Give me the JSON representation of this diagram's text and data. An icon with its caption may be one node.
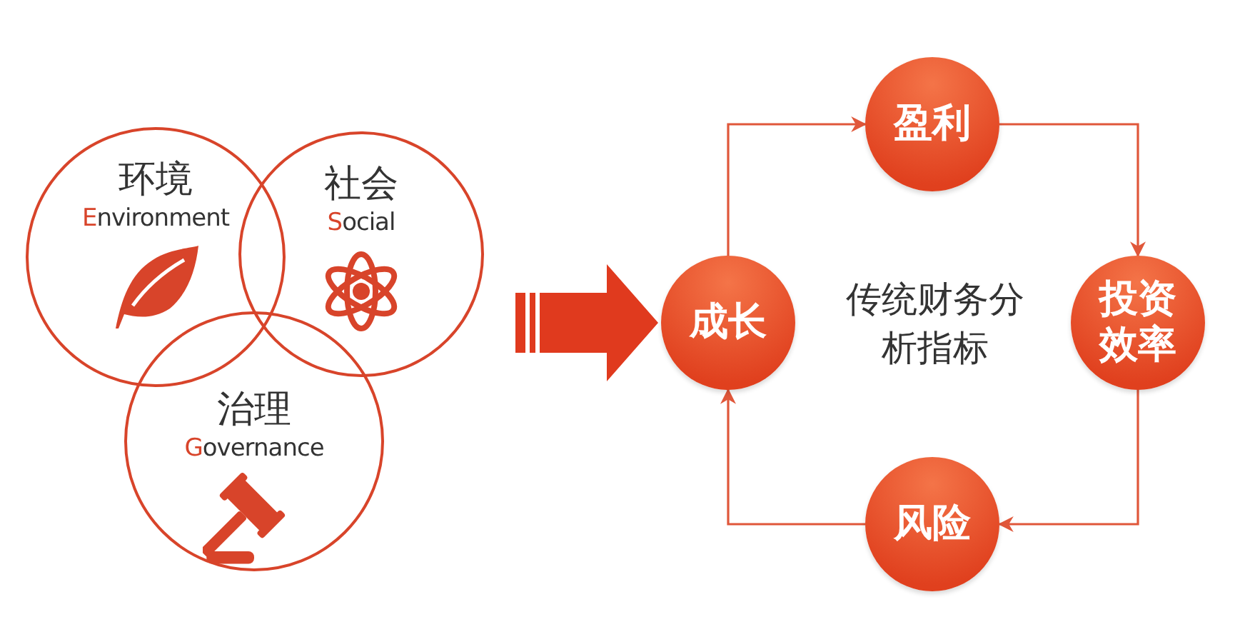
{
  "diagram": {
    "nodes": [
      {
        "text": [
          "环境",
          "Environment"
        ]
      },
      {
        "text": [
          "社会",
          "Social"
        ]
      },
      {
        "text": [
          "治理",
          "Governance"
        ]
      },
      {
        "text": [
          "盈利"
        ]
      },
      {
        "text": [
          "成长"
        ]
      },
      {
        "text": [
          "投资效率"
        ]
      },
      {
        "text": [
          "风险"
        ]
      }
    ],
    "edges": [
      {
        "from": null,
        "to": 4,
        "arrow": "to",
        "style": "thick"
      },
      {
        "from": 4,
        "to": 3,
        "arrow": "to"
      },
      {
        "from": 3,
        "to": 5,
        "arrow": "to"
      },
      {
        "from": 5,
        "to": 6,
        "arrow": "to"
      },
      {
        "from": 6,
        "to": 4,
        "arrow": "to"
      }
    ],
    "labels": [
      "传统财务分析指标"
    ]
  }
}
